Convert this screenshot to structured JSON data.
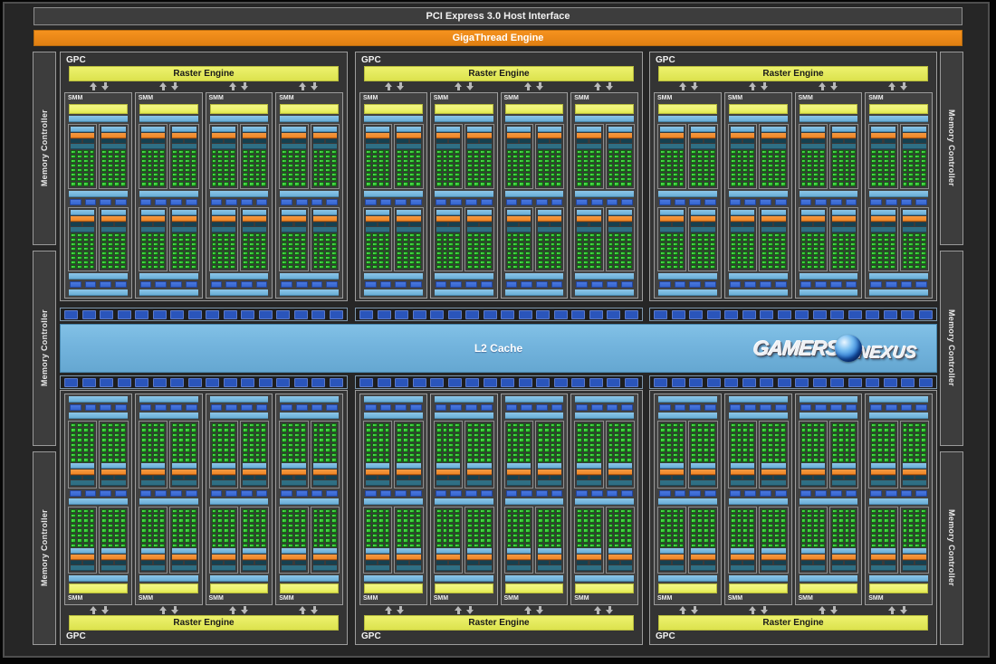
{
  "header": {
    "pcie_label": "PCI Express 3.0 Host Interface",
    "gigathread_label": "GigaThread Engine"
  },
  "memory_controller": {
    "label": "Memory Controller",
    "per_side": 3
  },
  "gpc": {
    "label": "GPC",
    "raster_label": "Raster Engine",
    "smm_label": "SMM",
    "top_count": 3,
    "bottom_count": 3,
    "smm_per_gpc": 4,
    "halves_per_smm": 2,
    "subcols_per_half": 2,
    "core_rows": 8,
    "core_cols": 4,
    "tex_units_per_row": 4
  },
  "crossbar": {
    "rows": 2,
    "strips_per_row": 3,
    "segments_per_strip": 16
  },
  "l2": {
    "label": "L2 Cache"
  },
  "watermark": {
    "part1": "GAMERS",
    "part2": "NEXUS"
  },
  "colors": {
    "chip_bg": "#262626",
    "box_bg": "#3d3d3d",
    "box_border": "#9c9c9c",
    "smm_bg": "#424242",
    "orange": "#f6921e",
    "suborange": "#ef8627",
    "yellow": "#edf26d",
    "lightblue": "#6aaed6",
    "lightblue_hi": "#8cc6e8",
    "l2_blue": "#74b5de",
    "teal": "#2f6f84",
    "navy": "#16404f",
    "green": "#3bcf3b",
    "green_dark": "#156015",
    "texblue": "#3565cf",
    "xbarblue": "#2a55bb",
    "arrow": "#b8b8b8",
    "text_light": "#f2f2f2",
    "text_dark": "#1a1a1a"
  }
}
